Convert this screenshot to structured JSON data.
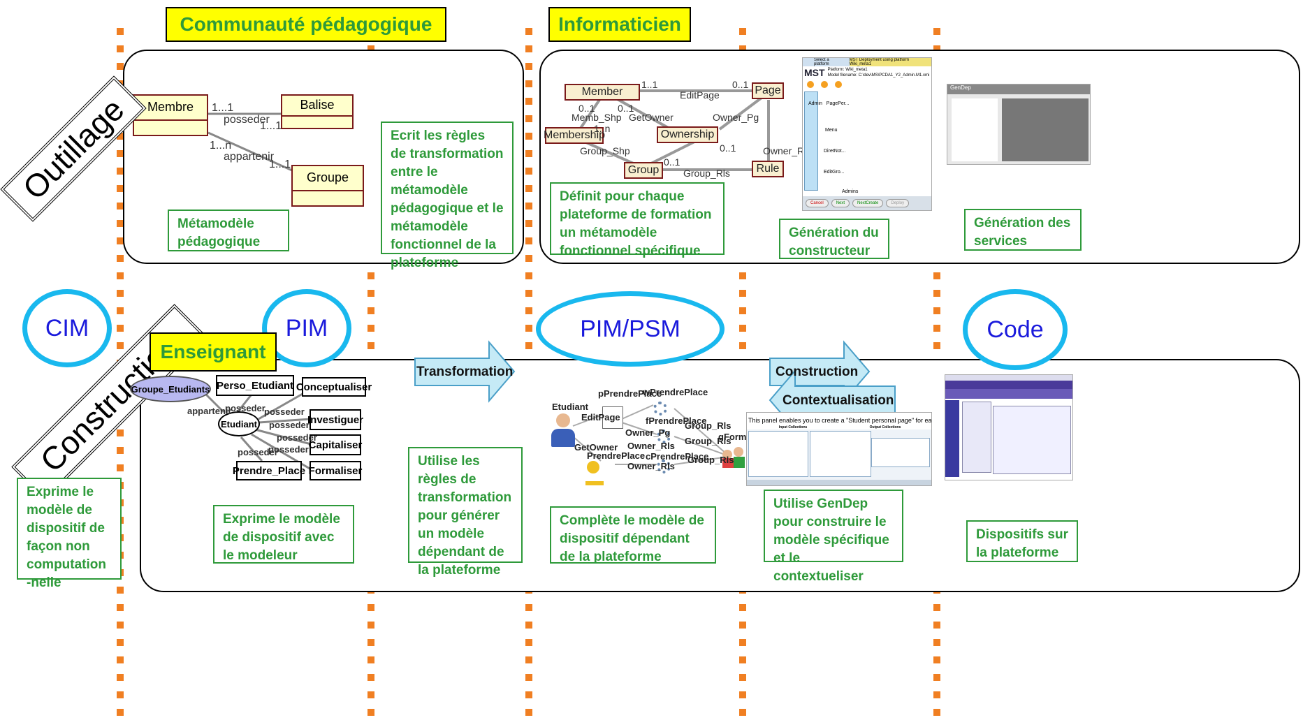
{
  "headers": {
    "community": "Communauté pédagogique",
    "it": "Informaticien",
    "teacher": "Enseignant"
  },
  "diagonals": {
    "tools": "Outillage",
    "build": "Construction"
  },
  "circles": {
    "cim": "CIM",
    "pim": "PIM",
    "pimpsm": "PIM/PSM",
    "code": "Code"
  },
  "arrows": {
    "transformation": "Transformation",
    "construction": "Construction",
    "contextualisation": "Contextualisation"
  },
  "green_boxes": {
    "metamodele": "Métamodèle pédagogique",
    "ecrit": "Ecrit les règles de transformation entre le métamodèle pédagogique et le métamodèle fonctionnel de la plateforme",
    "definit": "Définit pour chaque plateforme de formation un métamodèle fonctionnel spécifique",
    "gen_constructeur": "Génération du constructeur",
    "gen_services": "Génération des services",
    "exprime_cim": "Exprime le modèle de dispositif de façon non computation -nelle",
    "exprime_pim": "Exprime le modèle de dispositif avec le modeleur",
    "utilise_regles": "Utilise les règles de transformation pour générer un modèle dépendant de la plateforme",
    "complete": "Complète le modèle de dispositif dépendant de la plateforme",
    "utilise_gendep": "Utilise GenDep pour construire le modèle spécifique et le contextueliser",
    "dispositifs": "Dispositifs sur la plateforme"
  },
  "uml_top_left": {
    "classes": [
      "Membre",
      "Balise",
      "Groupe"
    ],
    "labels": [
      "1...1",
      "posseder",
      "1...1",
      "1...n",
      "appartenir",
      "1...1"
    ]
  },
  "uml_top_mid": {
    "classes": [
      "Member",
      "Page",
      "Membership",
      "Ownership",
      "Group",
      "Rule"
    ],
    "labels": [
      "1..1",
      "EditPage",
      "0..1",
      "0..1",
      "0..1",
      "Memb_Shp",
      "GetOwner",
      "Owner_Pg",
      "1..n",
      "Group_Shp",
      "0..1",
      "0..1",
      "Group_Rls",
      "Owner_Rl"
    ]
  },
  "pim_model": {
    "ellipse": "Groupe_Etudiants",
    "center": "Etudiant",
    "boxes": [
      "Perso_Etudiant",
      "Conceptualiser",
      "Investiguer",
      "Capitaliser",
      "Prendre_Place",
      "Formaliser"
    ],
    "labels": [
      "appartenir",
      "posseder",
      "posseder",
      "posseder",
      "posseder",
      "posseder",
      "posseder"
    ]
  },
  "psm_model": {
    "labels": [
      "Etudiant",
      "pPrendrePlace",
      "wPrendrePlace",
      "EditPage",
      "fPrendrePlace",
      "Group_Rls",
      "Owner_Pg",
      "GetOwner",
      "Owner_Rls",
      "Group_Rls",
      "gFormateur",
      "PrendrePlace",
      "Owner_Rls",
      "cPrendrePlace",
      "Group_Rls"
    ]
  },
  "gendep_shot": {
    "tab1": "Select a platform",
    "tab2": "MST Deployment using platform Wiki_meta1",
    "platform": "Platform: Wiki_meta1",
    "model": "Model filename: C:\\dev\\MS\\PCDA1_Y2_Admin.M1.xmi",
    "tree": [
      "Admin",
      "PagePer...",
      "Menu",
      "DiretNot...",
      "EditGro...",
      "Admins"
    ],
    "buttons": [
      "Cancel",
      "Next",
      "NextCreate",
      "Deploy"
    ]
  },
  "services_shot": {
    "title": "GenDep"
  },
  "panel_shot": {
    "title": "This panel enables you to create a \"Student personal page\" for each student",
    "left": "Input Collections",
    "right": "Output Collections"
  },
  "colors": {
    "accent_orange": "#f07f22",
    "green": "#2e9a3a",
    "cyan": "#19b8ee",
    "yellow": "#ffff00"
  }
}
